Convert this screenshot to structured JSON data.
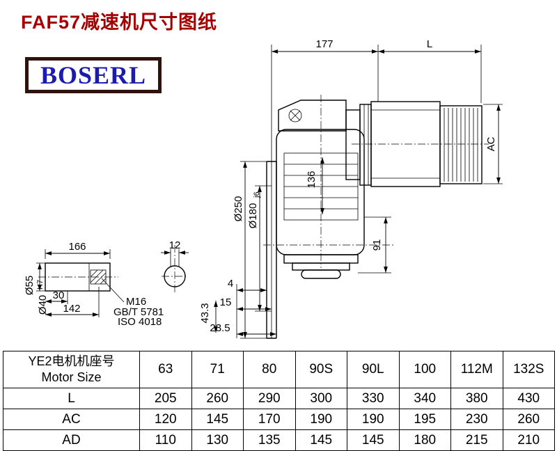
{
  "page": {
    "title": "FAF57减速机尺寸图纸",
    "logo": "BOSERL"
  },
  "drawing": {
    "dims": {
      "d177": "177",
      "L": "L",
      "AC": "AC",
      "d250": "Ø250",
      "d180": "Ø180",
      "d180_tol": "j6",
      "d136": "136",
      "d91": "91",
      "d4": "4",
      "d15": "15",
      "d23_5": "23.5",
      "d43_3": "43.3"
    },
    "shaft": {
      "d166": "166",
      "d12": "12",
      "d30": "30",
      "d142": "142",
      "d55": "Ø55",
      "d40": "Ø40",
      "d40_tol": "H7",
      "m16": "M16",
      "gbt": "GB/T 5781",
      "iso": "ISO 4018"
    }
  },
  "table": {
    "header_cn": "YE2电机机座号",
    "header_en": "Motor Size",
    "columns": [
      "63",
      "71",
      "80",
      "90S",
      "90L",
      "100",
      "112M",
      "132S"
    ],
    "rows": [
      {
        "label": "L",
        "values": [
          "205",
          "260",
          "290",
          "300",
          "330",
          "340",
          "380",
          "430"
        ]
      },
      {
        "label": "AC",
        "values": [
          "120",
          "145",
          "170",
          "190",
          "190",
          "195",
          "230",
          "260"
        ]
      },
      {
        "label": "AD",
        "values": [
          "110",
          "130",
          "135",
          "145",
          "145",
          "180",
          "215",
          "210"
        ]
      }
    ]
  }
}
